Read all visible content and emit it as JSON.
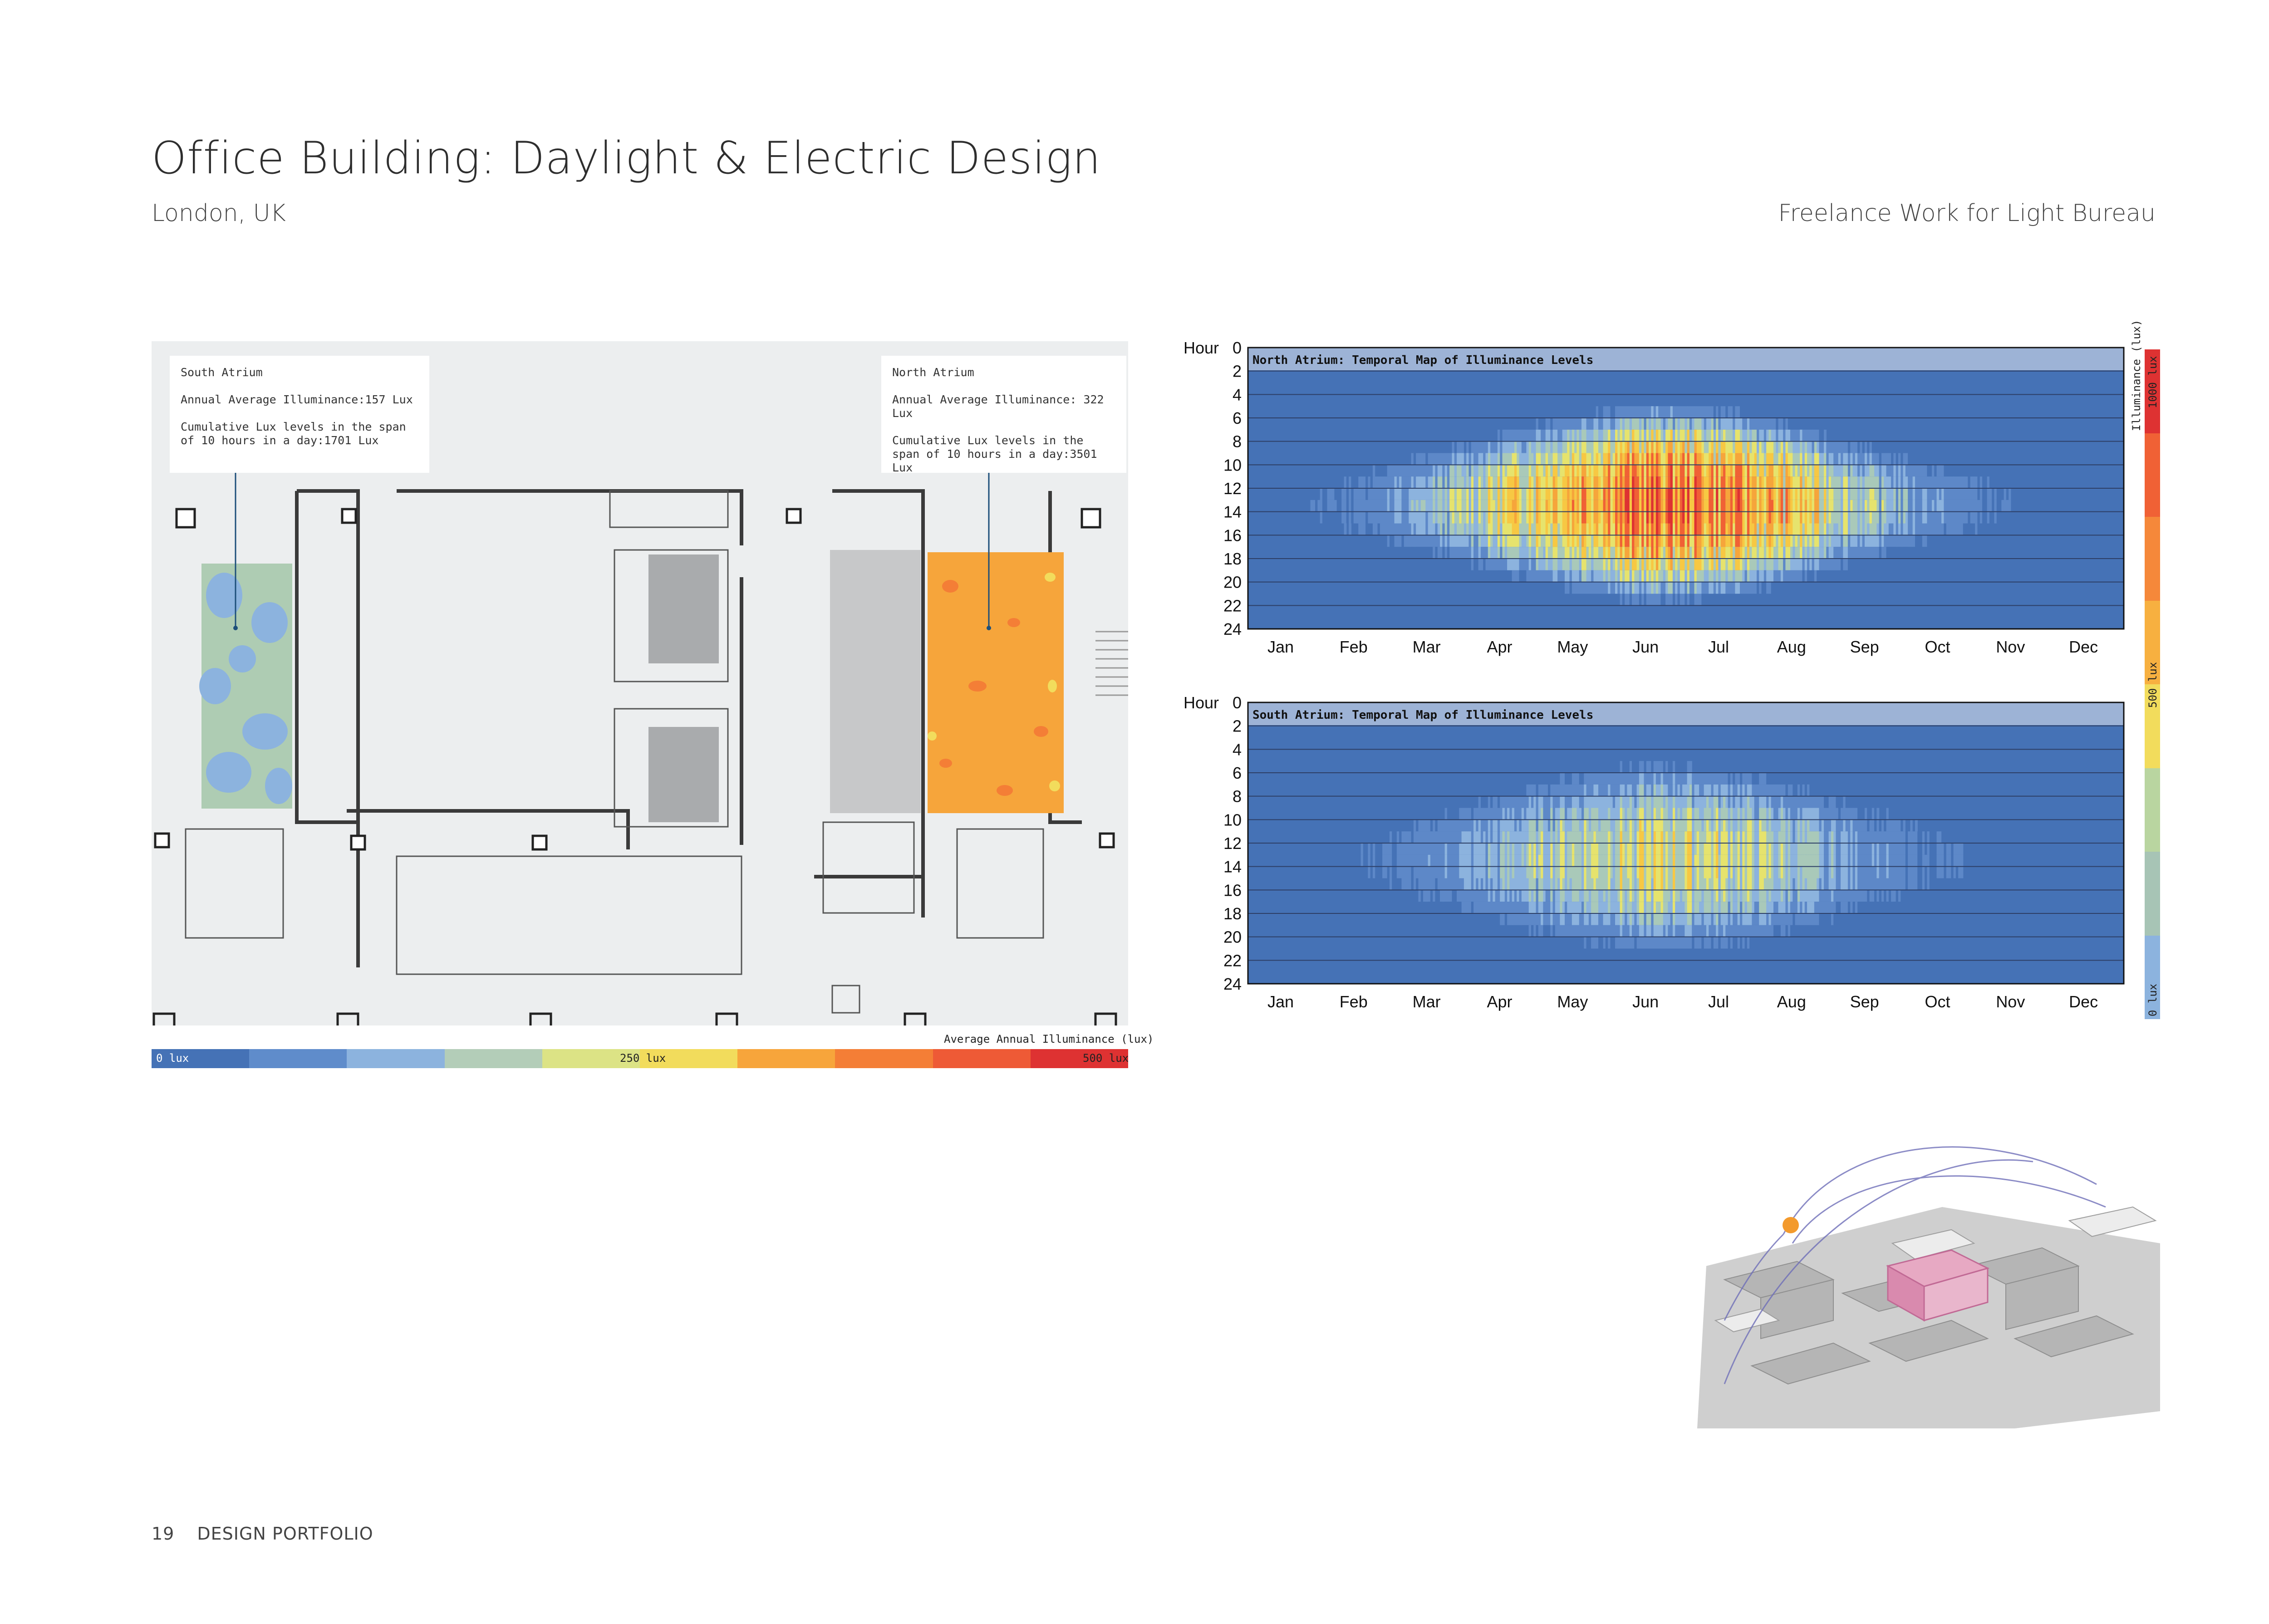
{
  "header": {
    "title": "Office Building: Daylight & Electric Design",
    "location": "London, UK",
    "credit": "Freelance Work for Light Bureau"
  },
  "footer": {
    "page_number": "19",
    "label": "DESIGN PORTFOLIO"
  },
  "plan": {
    "south": {
      "name": "South Atrium",
      "avg": "Annual Average Illuminance:157 Lux",
      "cum": "Cumulative Lux levels in the span of 10 hours in a day:1701 Lux"
    },
    "north": {
      "name": "North Atrium",
      "avg": "Annual Average Illuminance: 322 Lux",
      "cum": "Cumulative Lux levels in the span of 10 hours in a day:3501 Lux"
    },
    "legend_title": "Average Annual Illuminance (lux)",
    "legend_labels": [
      "0 lux",
      "250 lux",
      "500 lux"
    ],
    "legend_colors": [
      "#4572b6",
      "#5f8ccb",
      "#8cb3de",
      "#b3cdb8",
      "#dce385",
      "#f2dc5c",
      "#f7a53b",
      "#f47e36",
      "#ee5a36",
      "#de3232"
    ]
  },
  "scale": {
    "title": "Illuminance (lux)",
    "labels": [
      "1000 lux",
      "500 lux",
      "0 lux"
    ],
    "colors": [
      "#de3232",
      "#f06135",
      "#f5883a",
      "#f7b040",
      "#f2dc5c",
      "#b9d5a0",
      "#a7c4b5",
      "#8cb3de"
    ]
  },
  "chart_data": [
    {
      "type": "heatmap",
      "title": "North Atrium: Temporal Map of Illuminance Levels",
      "ylabel": "Hour",
      "y_ticks": [
        0,
        2,
        4,
        6,
        8,
        10,
        12,
        14,
        16,
        18,
        20,
        22,
        24
      ],
      "x_categories": [
        "Jan",
        "Feb",
        "Mar",
        "Apr",
        "May",
        "Jun",
        "Jul",
        "Aug",
        "Sep",
        "Oct",
        "Nov",
        "Dec"
      ],
      "peak_lux": 1000,
      "value_range": [
        0,
        1000
      ]
    },
    {
      "type": "heatmap",
      "title": "South Atrium: Temporal Map of Illuminance Levels",
      "ylabel": "Hour",
      "y_ticks": [
        0,
        2,
        4,
        6,
        8,
        10,
        12,
        14,
        16,
        18,
        20,
        22,
        24
      ],
      "x_categories": [
        "Jan",
        "Feb",
        "Mar",
        "Apr",
        "May",
        "Jun",
        "Jul",
        "Aug",
        "Sep",
        "Oct",
        "Nov",
        "Dec"
      ],
      "peak_lux": 560,
      "value_range": [
        0,
        1000
      ]
    }
  ]
}
